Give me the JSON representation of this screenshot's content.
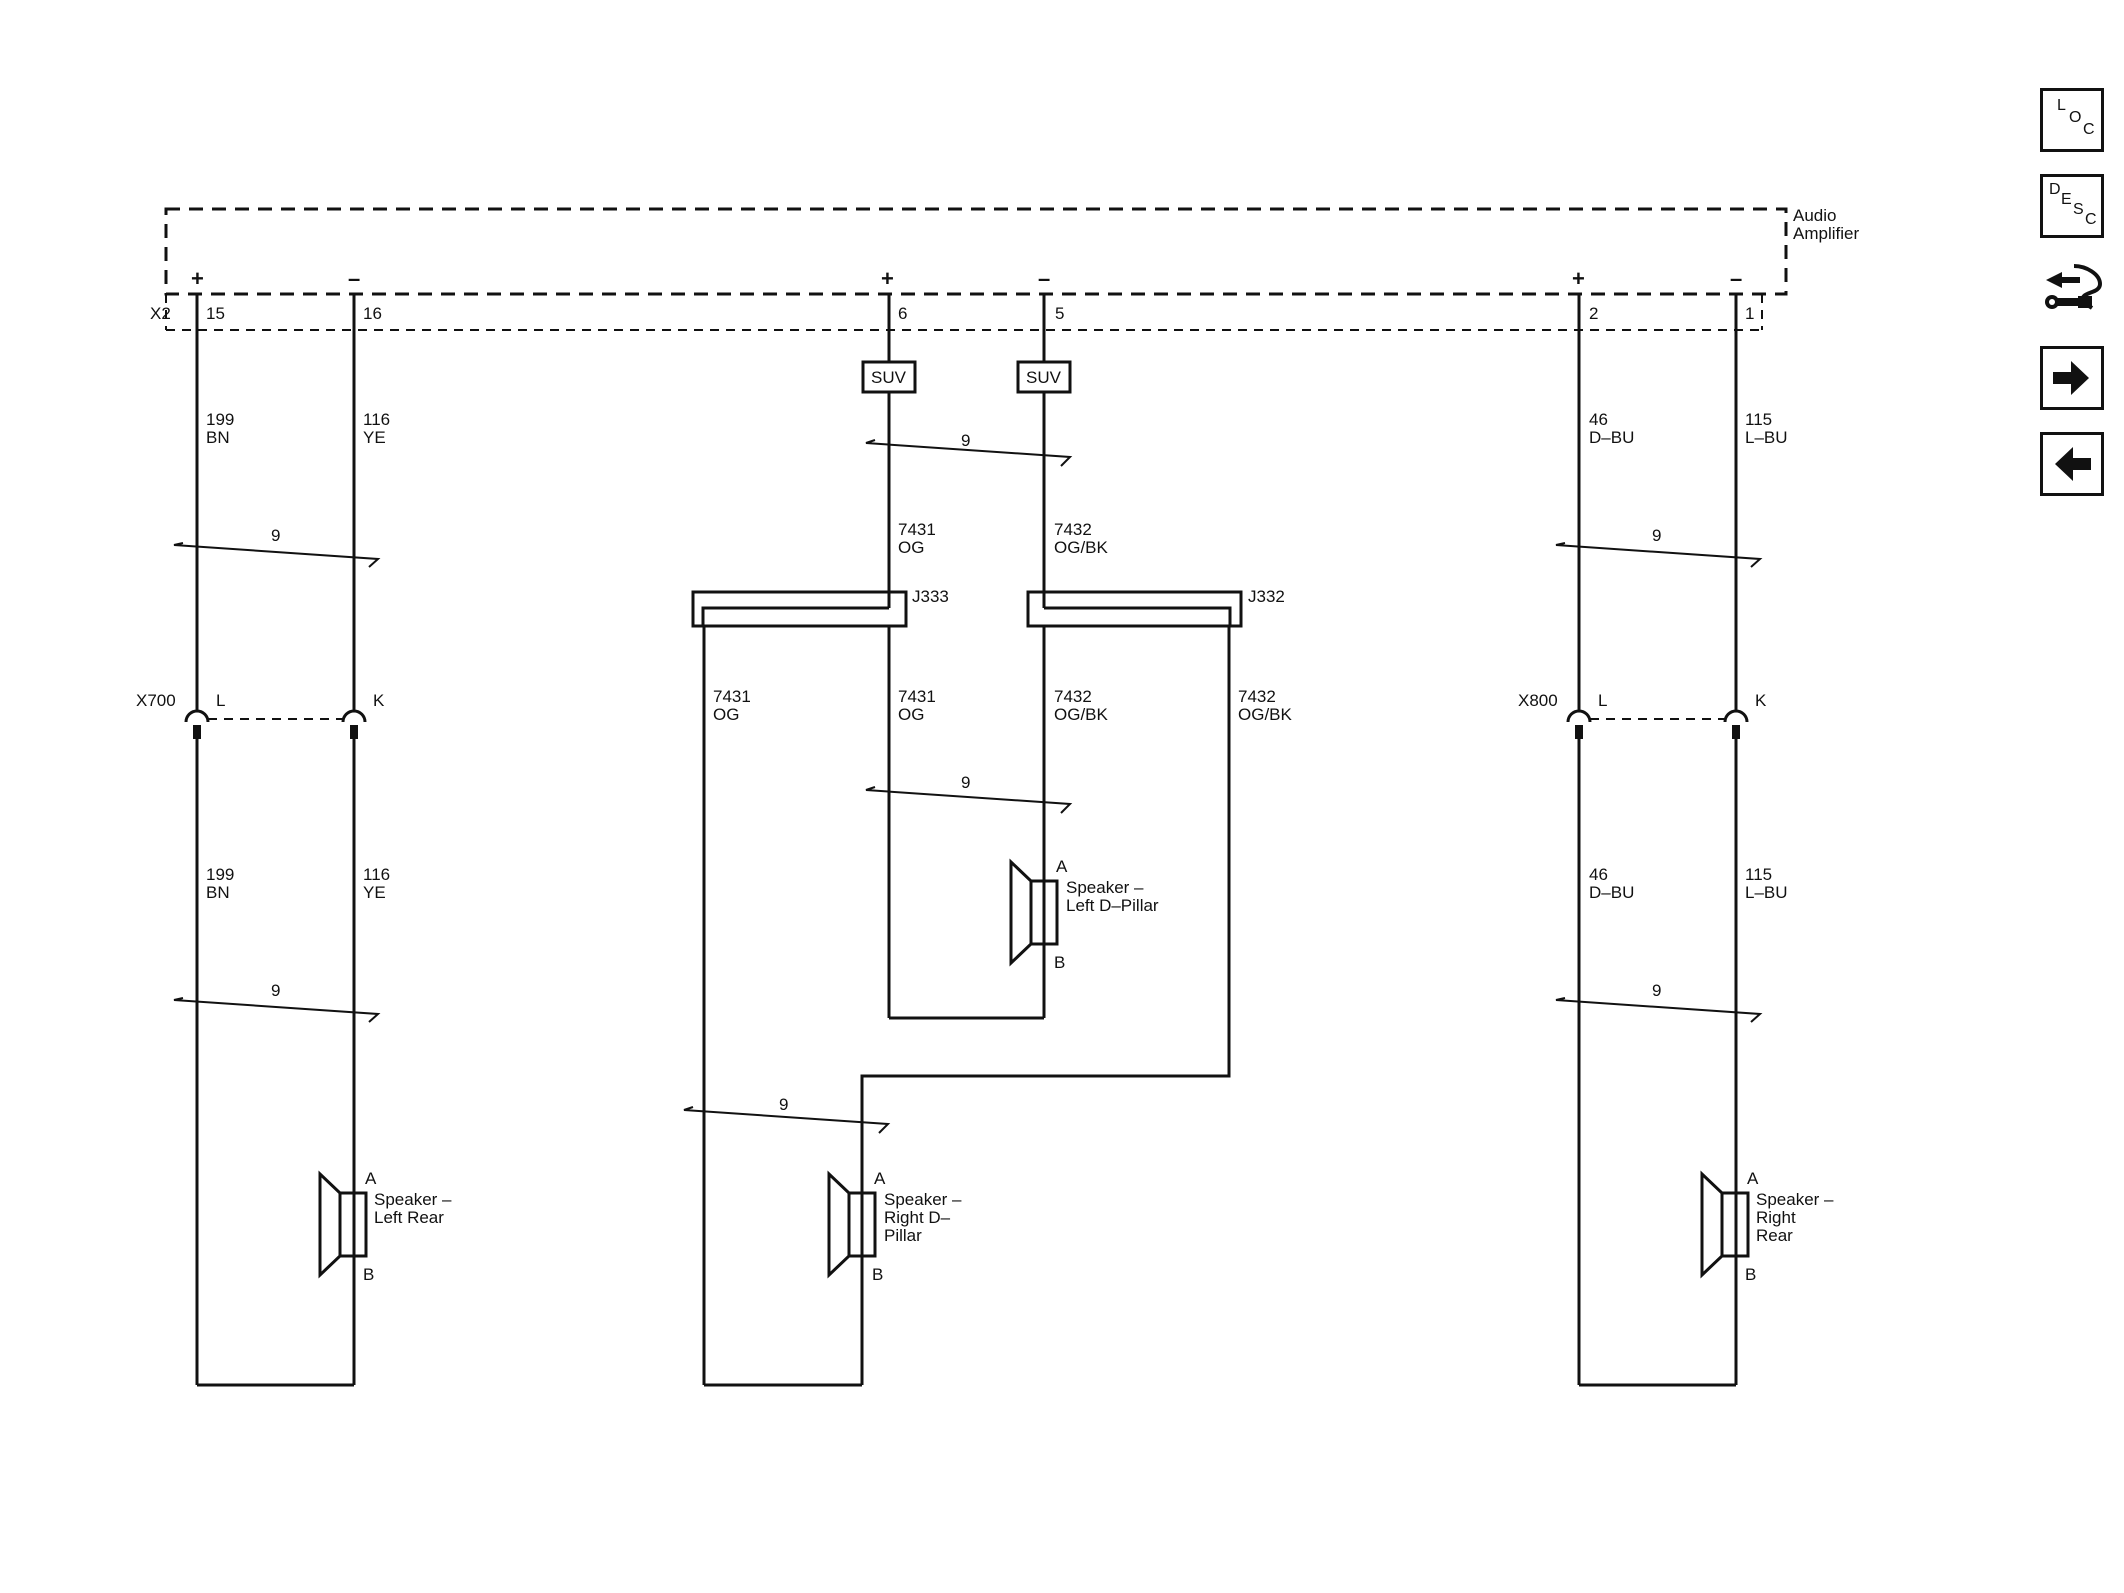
{
  "component": {
    "name_line1": "Audio",
    "name_line2": "Amplifier",
    "connector": "X2"
  },
  "amp_pins": {
    "p15": {
      "num": "15",
      "pol": "+"
    },
    "p16": {
      "num": "16",
      "pol": "–"
    },
    "p6": {
      "num": "6",
      "pol": "+"
    },
    "p5": {
      "num": "5",
      "pol": "–"
    },
    "p2": {
      "num": "2",
      "pol": "+"
    },
    "p1": {
      "num": "1",
      "pol": "–"
    }
  },
  "options": {
    "suv_a": "SUV",
    "suv_b": "SUV"
  },
  "twist": "9",
  "wires": {
    "c199": "199",
    "bn": "BN",
    "c116": "116",
    "ye": "YE",
    "c46": "46",
    "dbu": "D–BU",
    "c115": "115",
    "lbu": "L–BU",
    "c7431": "7431",
    "og": "OG",
    "c7432": "7432",
    "ogbk": "OG/BK"
  },
  "splices": {
    "j333": "J333",
    "j332": "J332"
  },
  "inline_connectors": {
    "x700": {
      "name": "X700",
      "pin_l": "L",
      "pin_k": "K"
    },
    "x800": {
      "name": "X800",
      "pin_l": "L",
      "pin_k": "K"
    }
  },
  "speakers": {
    "left_rear": {
      "l1": "Speaker –",
      "l2": "Left Rear",
      "l3": "",
      "pin_a": "A",
      "pin_b": "B"
    },
    "right_rear": {
      "l1": "Speaker –",
      "l2": "Right",
      "l3": "Rear",
      "pin_a": "A",
      "pin_b": "B"
    },
    "left_dpillar": {
      "l1": "Speaker –",
      "l2": "Left D–Pillar",
      "l3": "",
      "pin_a": "A",
      "pin_b": "B"
    },
    "right_dpillar": {
      "l1": "Speaker –",
      "l2": "Right D–",
      "l3": "Pillar",
      "pin_a": "A",
      "pin_b": "B"
    }
  },
  "nav": {
    "loc": {
      "l": "L",
      "o": "O",
      "c": "C"
    },
    "desc": {
      "d": "D",
      "e": "E",
      "s": "S",
      "c": "C"
    },
    "icons": [
      "connector-tool-icon",
      "arrow-right-icon",
      "arrow-left-icon"
    ]
  }
}
